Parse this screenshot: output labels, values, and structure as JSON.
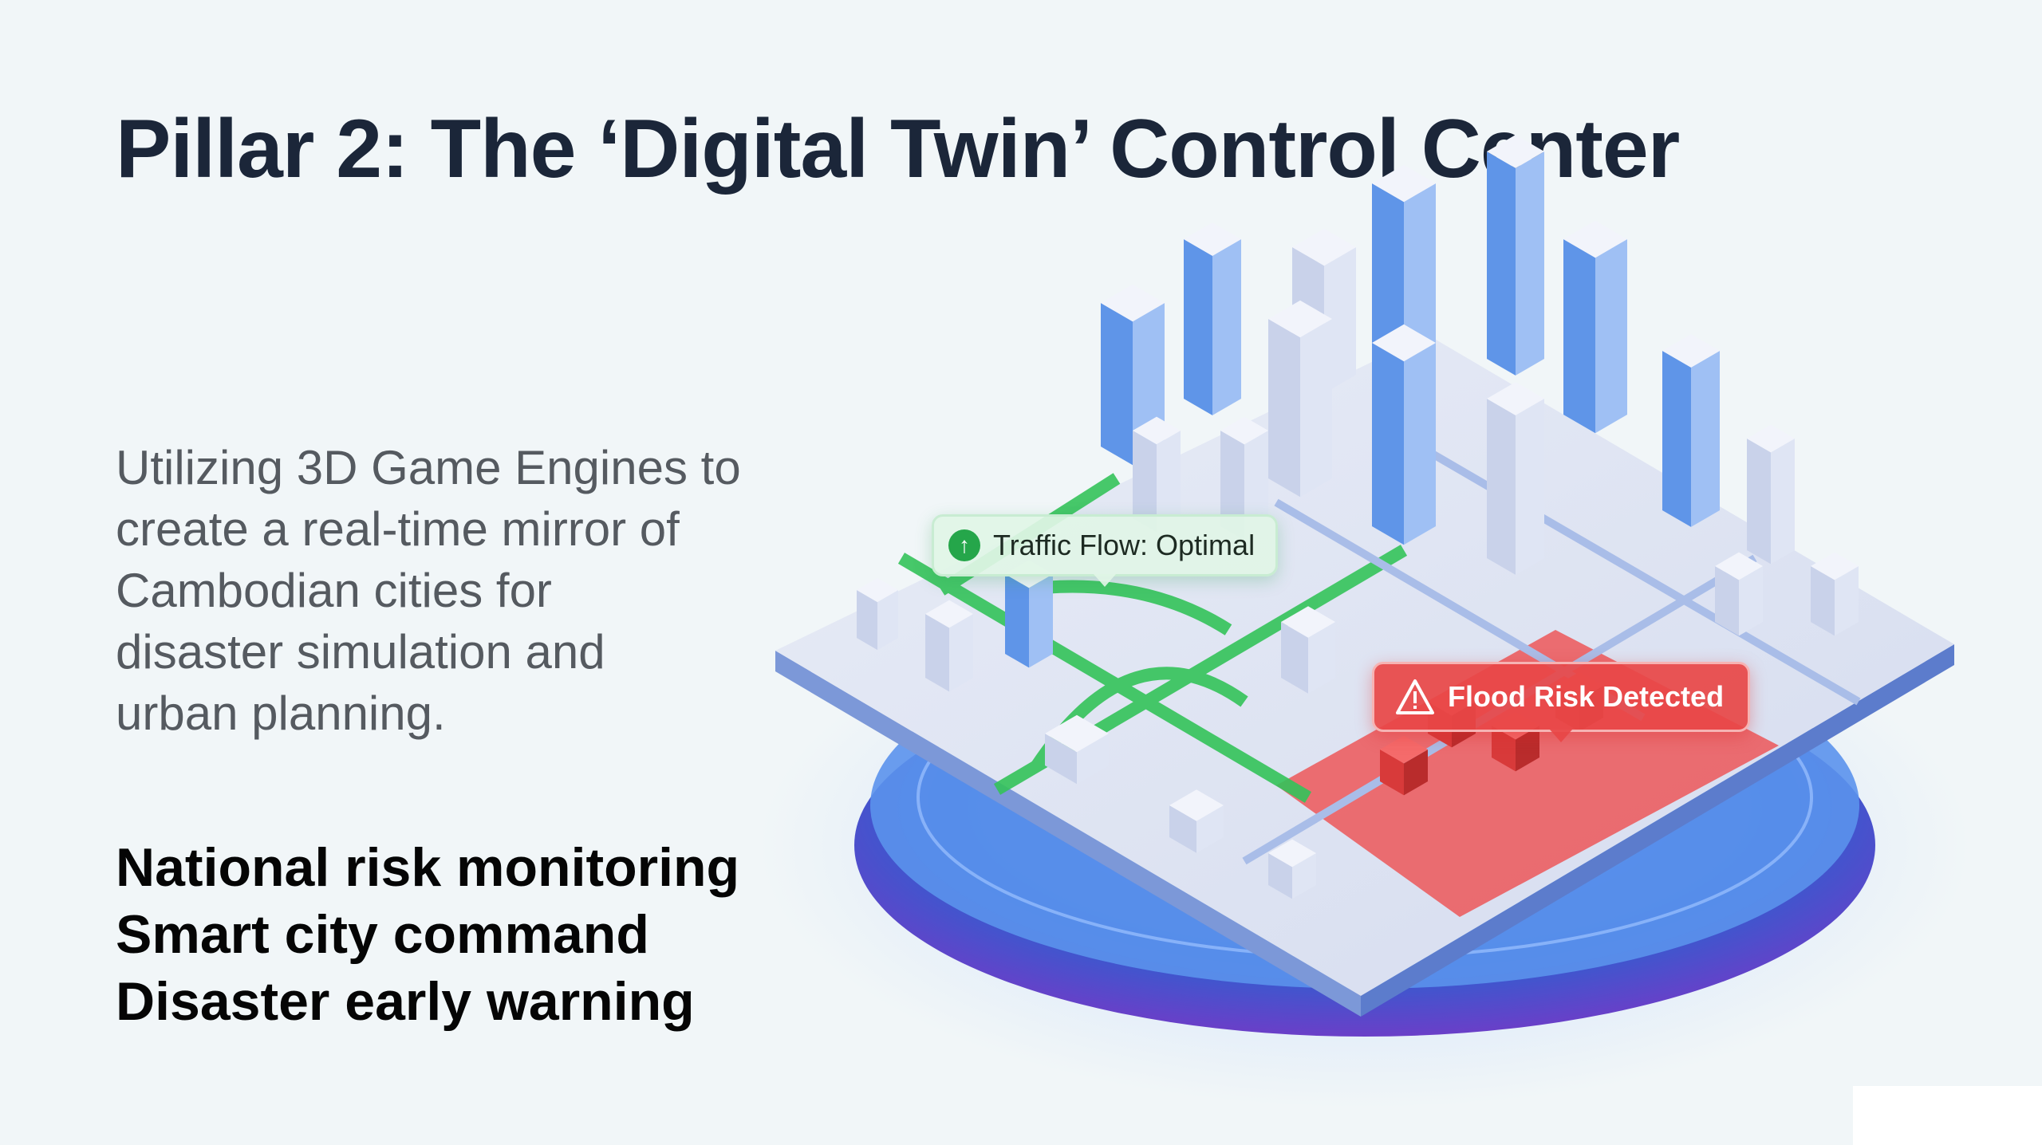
{
  "title": "Pillar 2: The ‘Digital Twin’ Control Center",
  "description": [
    "Utilizing 3D Game Engines to",
    "create a real-time mirror of",
    "Cambodian cities for",
    "disaster simulation and",
    "urban planning."
  ],
  "bullets": [
    "National risk monitoring",
    "Smart city command",
    "Disaster early warning"
  ],
  "illustration": {
    "traffic_label": "Traffic Flow: Optimal",
    "traffic_icon": "arrow-up-circle-icon",
    "flood_label": "Flood Risk Detected",
    "flood_icon": "warning-triangle-icon",
    "colors": {
      "ok": "#25a64a",
      "alert": "#e53935",
      "platform": "#3a7be0"
    }
  }
}
